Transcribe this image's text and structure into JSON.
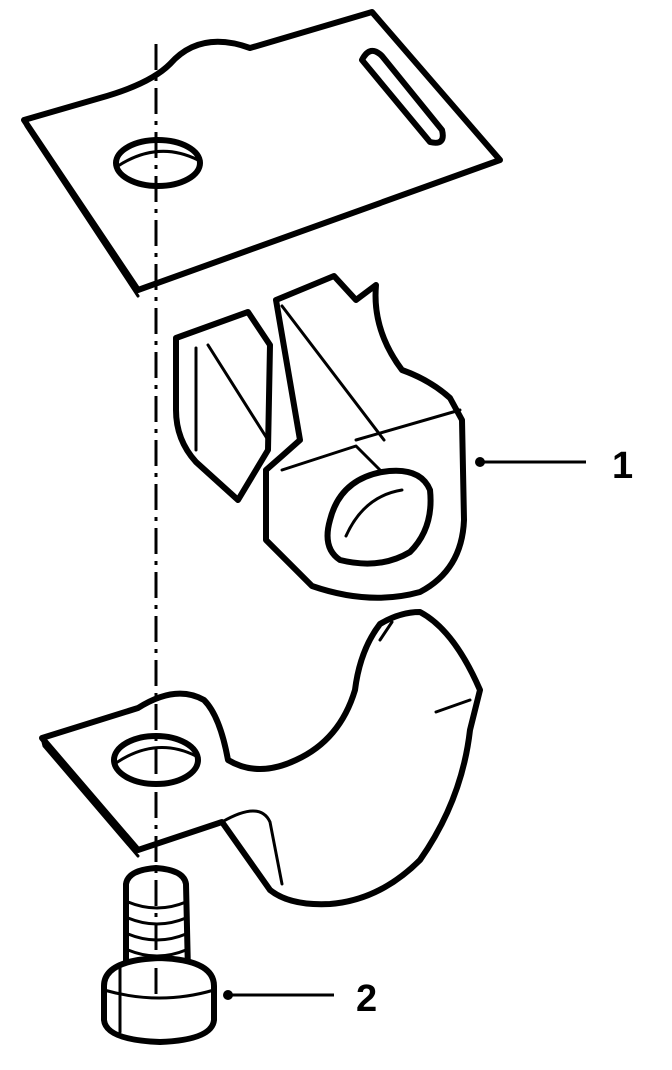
{
  "diagram": {
    "callouts": [
      {
        "label": "1",
        "part": "bushing"
      },
      {
        "label": "2",
        "part": "bolt"
      }
    ],
    "colors": {
      "ink": "#000000",
      "paper": "#ffffff"
    }
  }
}
